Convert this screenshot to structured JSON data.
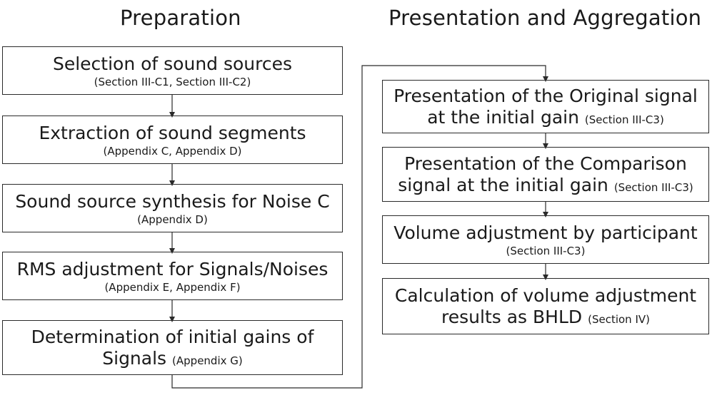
{
  "headings": {
    "left": "Preparation",
    "right": "Presentation and Aggregation"
  },
  "preparation_steps": [
    {
      "line1": "Selection of sound sources",
      "line2": "(Section III-C1, Section III-C2)"
    },
    {
      "line1": "Extraction of sound segments",
      "line2": "(Appendix C, Appendix D)"
    },
    {
      "line1": "Sound source synthesis for Noise C",
      "line2": "(Appendix D)"
    },
    {
      "line1": "RMS adjustment for Signals/Noises",
      "line2": "(Appendix E, Appendix F)"
    },
    {
      "line1": "Determination of initial gains of",
      "line2_main": "Signals",
      "line2_ref": "(Appendix G)"
    }
  ],
  "presentation_steps": [
    {
      "line1": "Presentation of the Original signal",
      "line2_main": "at the initial gain",
      "line2_ref": "(Section III-C3)"
    },
    {
      "line1": "Presentation of the Comparison",
      "line2_main": "signal at the initial gain",
      "line2_ref": "(Section III-C3)"
    },
    {
      "line1": "Volume adjustment by participant",
      "line2": "(Section III-C3)"
    },
    {
      "line1": "Calculation of volume adjustment",
      "line2_main": "results as BHLD",
      "line2_ref": "(Section IV)"
    }
  ]
}
